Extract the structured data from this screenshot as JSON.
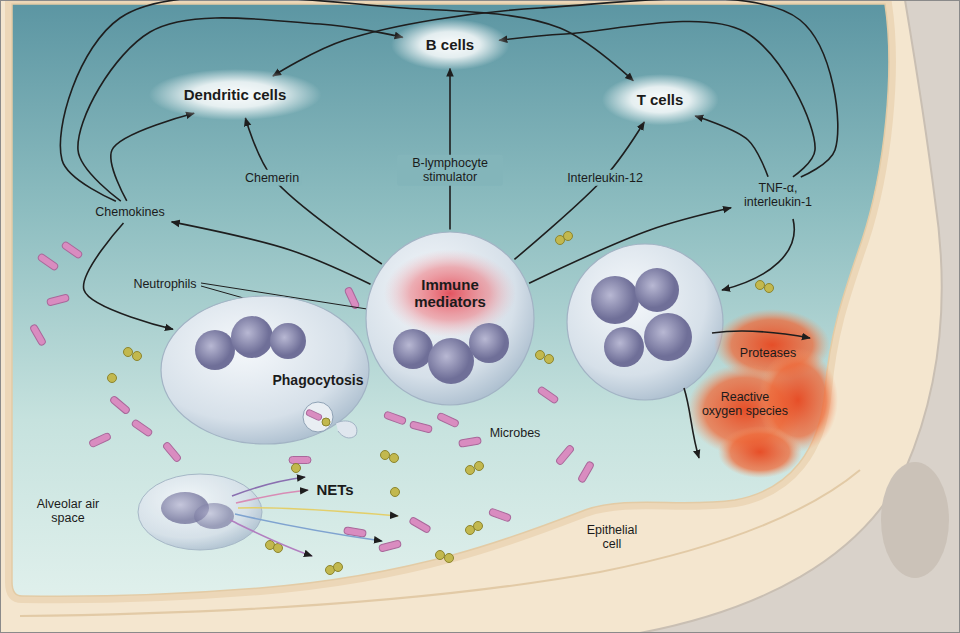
{
  "diagram": {
    "nodes": [
      {
        "text": [
          "Dendritic cells"
        ]
      },
      {
        "text": [
          "B cells"
        ]
      },
      {
        "text": [
          "T cells"
        ]
      },
      {
        "text": [
          "Chemokines"
        ]
      },
      {
        "text": [
          "TNF-α, interleukin-1"
        ]
      },
      {
        "text": [
          "Immune mediators"
        ]
      },
      {
        "text": [
          "Phagocytosis"
        ]
      }
    ],
    "edges": [
      {
        "from": 5,
        "to": 3,
        "arrow": "to"
      },
      {
        "from": 5,
        "to": 0,
        "label": "Chemerin",
        "arrow": "to"
      },
      {
        "from": 5,
        "to": 1,
        "label": "B-lymphocyte stimulator",
        "arrow": "to"
      },
      {
        "from": 5,
        "to": 2,
        "label": "Interleukin-12",
        "arrow": "to"
      },
      {
        "from": 5,
        "to": 4,
        "arrow": "to"
      },
      {
        "from": 3,
        "to": 0,
        "arrow": "to"
      },
      {
        "from": 3,
        "to": 6,
        "arrow": "to"
      },
      {
        "from": 3,
        "to": 1,
        "arrow": "to"
      },
      {
        "from": 3,
        "to": 2,
        "arrow": "to"
      },
      {
        "from": 4,
        "to": 0,
        "arrow": "to"
      },
      {
        "from": 4,
        "to": 1,
        "arrow": "to"
      },
      {
        "from": 4,
        "to": 2,
        "arrow": "to"
      }
    ],
    "labels": [
      "Neutrophils",
      "Microbes",
      "NETs",
      "Alveolar air space",
      "Epithelial cell",
      "Proteases",
      "Reactive oxygen species"
    ]
  }
}
